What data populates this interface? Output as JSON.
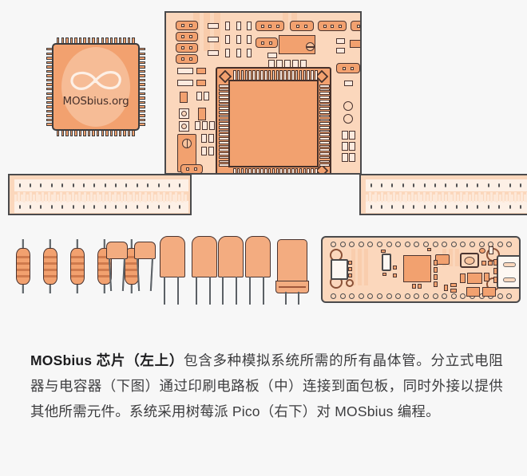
{
  "figure": {
    "alt_title": "MOSbius system illustration",
    "chip": {
      "label": "MOSbius.org",
      "logo_icon": "mobius-infinity-icon",
      "pins_per_side": 18,
      "body_color": "#f2a16f",
      "outline_color": "#3b3b3d"
    },
    "pcb": {
      "name": "MOSbius printed circuit board",
      "board_color": "#fbd7bc",
      "trace_color": "#f2a16f",
      "package_pins_per_side": 22
    },
    "breadboard": {
      "name": "breadboard",
      "left_holes": 19,
      "right_holes": 19,
      "rows": 2
    },
    "components": {
      "resistor_count": 5,
      "resistor_bands": 4,
      "ceramic_cap_count": 2,
      "film_cap_count": 4,
      "electrolytic_cap_count": 1,
      "lead_color": "#8d959b",
      "body_color": "#f2a16f"
    },
    "pico": {
      "name": "Raspberry Pi Pico",
      "header_holes_per_row": 20,
      "usb_label": "micro-usb-connector",
      "button_label": "bootsel-button",
      "mcu_label": "rp2040-chip"
    }
  },
  "caption": {
    "lead": "MOSbius 芯片（左上）",
    "rest": "包含多种模拟系统所需的所有晶体管。分立式电阻器与电容器（下图）通过印刷电路板（中）连接到面包板，同时外接以提供其他所需元件。系统采用树莓派 Pico（右下）对 MOSbius 编程。",
    "text_color": "#3d3d3f",
    "background_color": "#f7f7f7"
  }
}
